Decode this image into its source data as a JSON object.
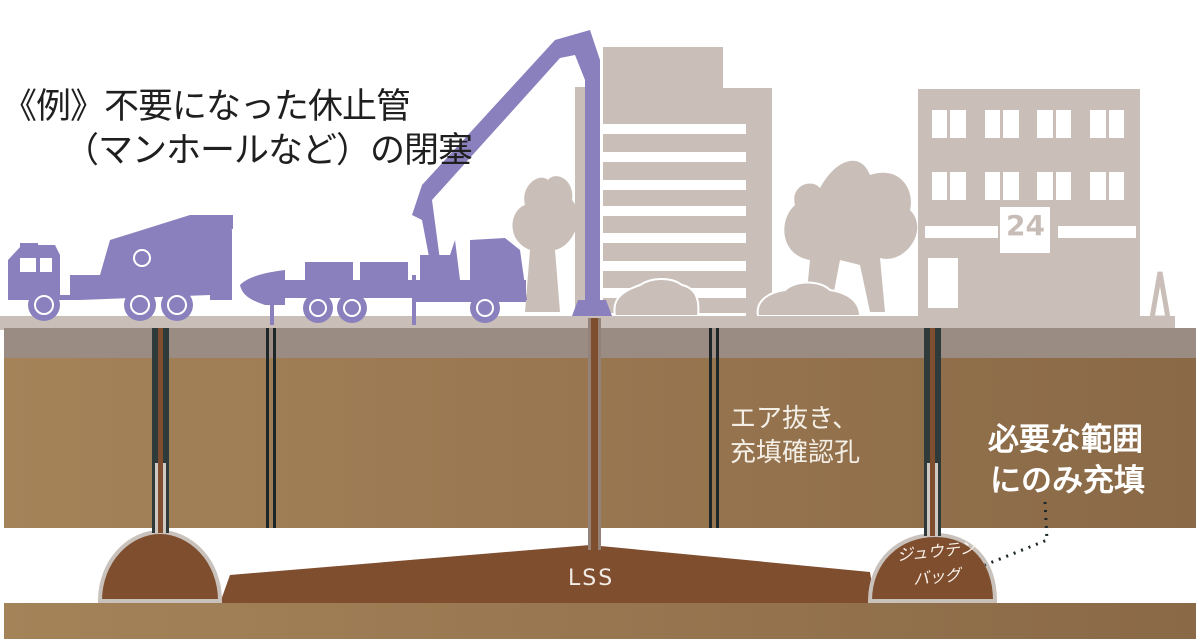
{
  "title": {
    "line1": "《例》不要になった休止管",
    "line2": "（マンホールなど）の閉塞"
  },
  "labels": {
    "air_vent_line1": "エア抜き、",
    "air_vent_line2": "充填確認孔",
    "fill_range_line1": "必要な範囲",
    "fill_range_line2": "にのみ充填",
    "lss": "LSS",
    "bag_line1": "ジュウテン",
    "bag_line2": "バッグ",
    "store_sign": "24"
  },
  "colors": {
    "vehicle_purple": "#8a80bd",
    "building_gray": "#c9bfb8",
    "pavement_gray": "#9a8b83",
    "soil_upper": "#a07f55",
    "soil_upper_right": "#8b6a48",
    "fill_material": "#7f4e2f",
    "pipe_dark": "#2f3a3b",
    "pipe_liner": "#d0c8c2",
    "bag_outline": "#c9c1bb",
    "text_dark": "#1f1f1f"
  },
  "elements": {
    "mixer_truck": "concrete-mixer-truck",
    "trailer": "flatbed-trailer-with-hopper",
    "pump_truck": "concrete-pump-truck",
    "boom": "pump-boom-pipe",
    "buildings": [
      "office-tower",
      "convenience-store"
    ],
    "cars": [
      "sedan-left",
      "sedan-right"
    ],
    "trees": [
      "tree-1",
      "tree-2"
    ],
    "pipes": [
      "manhole-pipe-left",
      "vent-pipe-left",
      "injection-pipe-center",
      "vent-pipe-right",
      "manhole-pipe-right"
    ]
  }
}
